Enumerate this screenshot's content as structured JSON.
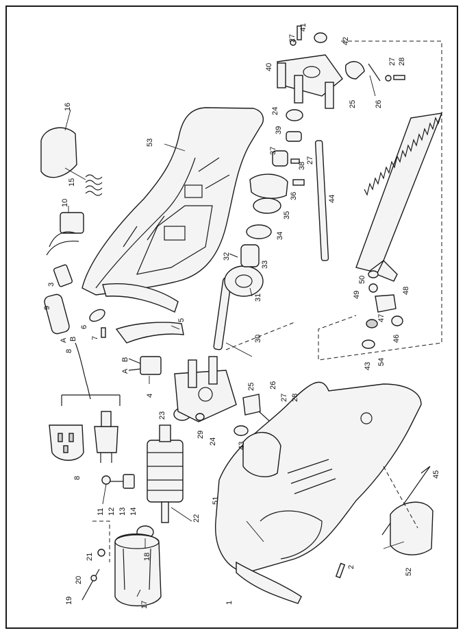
{
  "diagram": {
    "callouts": [
      {
        "id": "c1",
        "text": "1"
      },
      {
        "id": "c2",
        "text": "2"
      },
      {
        "id": "c3",
        "text": "3"
      },
      {
        "id": "c4",
        "text": "4"
      },
      {
        "id": "c5",
        "text": "5"
      },
      {
        "id": "c6",
        "text": "6"
      },
      {
        "id": "c7",
        "text": "7"
      },
      {
        "id": "c8a",
        "text": "8"
      },
      {
        "id": "c8b",
        "text": "8"
      },
      {
        "id": "c9",
        "text": "9"
      },
      {
        "id": "c10",
        "text": "10"
      },
      {
        "id": "c11",
        "text": "11"
      },
      {
        "id": "c12",
        "text": "12"
      },
      {
        "id": "c13",
        "text": "13"
      },
      {
        "id": "c14",
        "text": "14"
      },
      {
        "id": "c15",
        "text": "15"
      },
      {
        "id": "c16",
        "text": "16"
      },
      {
        "id": "c17",
        "text": "17"
      },
      {
        "id": "c18",
        "text": "18"
      },
      {
        "id": "c19",
        "text": "19"
      },
      {
        "id": "c20",
        "text": "20"
      },
      {
        "id": "c21",
        "text": "21"
      },
      {
        "id": "c22",
        "text": "22"
      },
      {
        "id": "c23",
        "text": "23"
      },
      {
        "id": "c24a",
        "text": "24"
      },
      {
        "id": "c24b",
        "text": "24"
      },
      {
        "id": "c25a",
        "text": "25"
      },
      {
        "id": "c25b",
        "text": "25"
      },
      {
        "id": "c26a",
        "text": "26"
      },
      {
        "id": "c26b",
        "text": "26"
      },
      {
        "id": "c27a",
        "text": "27"
      },
      {
        "id": "c27b",
        "text": "27"
      },
      {
        "id": "c27c",
        "text": "27"
      },
      {
        "id": "c27d",
        "text": "27"
      },
      {
        "id": "c28a",
        "text": "28"
      },
      {
        "id": "c28b",
        "text": "28"
      },
      {
        "id": "c29",
        "text": "29"
      },
      {
        "id": "c30",
        "text": "30"
      },
      {
        "id": "c31",
        "text": "31"
      },
      {
        "id": "c32",
        "text": "32"
      },
      {
        "id": "c33",
        "text": "33"
      },
      {
        "id": "c34",
        "text": "34"
      },
      {
        "id": "c35",
        "text": "35"
      },
      {
        "id": "c36",
        "text": "36"
      },
      {
        "id": "c37",
        "text": "37"
      },
      {
        "id": "c38",
        "text": "38"
      },
      {
        "id": "c39",
        "text": "39"
      },
      {
        "id": "c40",
        "text": "40"
      },
      {
        "id": "c41",
        "text": "41"
      },
      {
        "id": "c42",
        "text": "42"
      },
      {
        "id": "c43a",
        "text": "43"
      },
      {
        "id": "c43b",
        "text": "43"
      },
      {
        "id": "c44",
        "text": "44"
      },
      {
        "id": "c45",
        "text": "45"
      },
      {
        "id": "c46",
        "text": "46"
      },
      {
        "id": "c47",
        "text": "47"
      },
      {
        "id": "c48",
        "text": "48"
      },
      {
        "id": "c49",
        "text": "49"
      },
      {
        "id": "c50",
        "text": "50"
      },
      {
        "id": "c51",
        "text": "51"
      },
      {
        "id": "c52",
        "text": "52"
      },
      {
        "id": "c53",
        "text": "53"
      },
      {
        "id": "c54",
        "text": "54"
      }
    ],
    "wire_labels": [
      {
        "id": "wA1",
        "text": "A"
      },
      {
        "id": "wB1",
        "text": "B"
      },
      {
        "id": "wA2",
        "text": "A"
      },
      {
        "id": "wB2",
        "text": "B"
      }
    ]
  }
}
